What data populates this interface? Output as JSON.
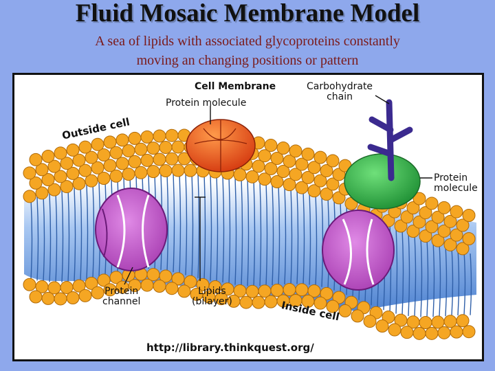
{
  "slide": {
    "title": "Fluid Mosaic Membrane Model",
    "subtitle_line1": "A sea of lipids with associated glycoproteins constantly",
    "subtitle_line2": "moving an changing positions or pattern"
  },
  "diagram": {
    "labels": {
      "cell_membrane": "Cell Membrane",
      "carbohydrate_chain": "Carbohydrate\nchain",
      "protein_molecule_top": "Protein molecule",
      "outside_cell": "Outside cell",
      "protein_molecule_right": "Protein\nmolecule",
      "protein_channel": "Protein\nchannel",
      "lipids_bilayer": "Lipids\n(bilayer)",
      "inside_cell": "Inside cell",
      "source_url": "http://library.thinkquest.org/"
    },
    "colors": {
      "lipid_head": "#f5a623",
      "lipid_tail_blue": "#5f8fd6",
      "protein_top": "#e8541c",
      "protein_green": "#2fb34a",
      "protein_channel": "#c24fc9",
      "carbohydrate": "#3b2a8f",
      "slide_background": "#8ea8ec",
      "subtitle": "#7a1a1a"
    }
  }
}
